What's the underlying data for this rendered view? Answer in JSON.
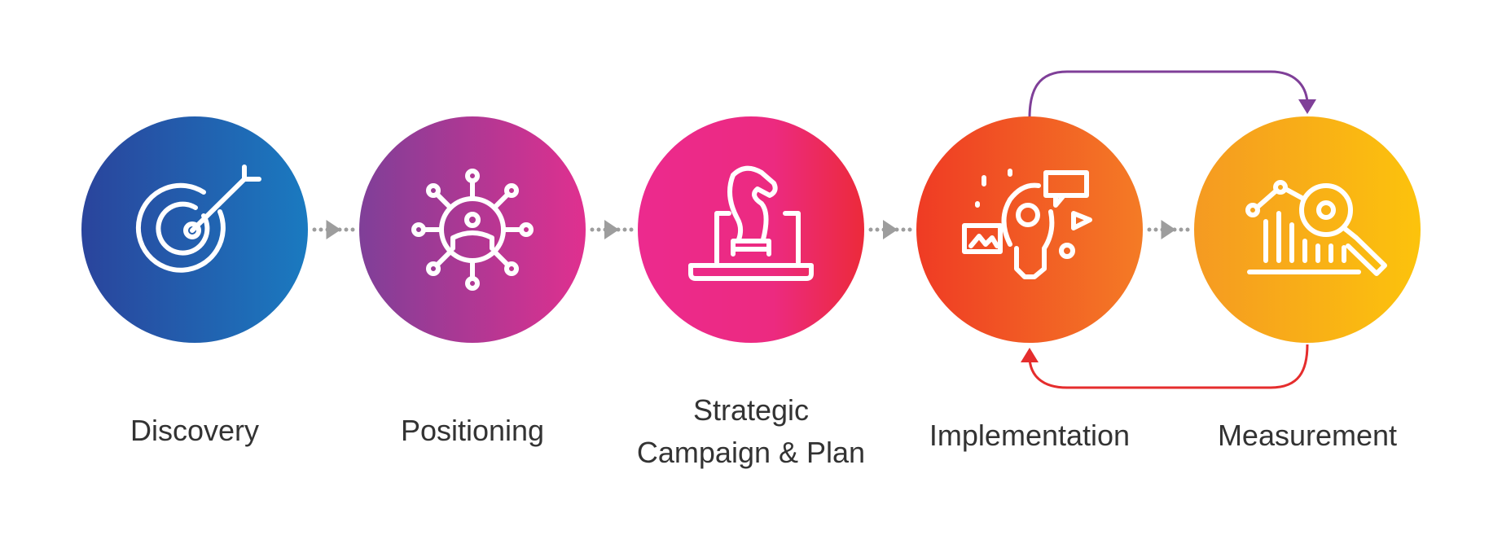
{
  "steps": [
    {
      "label": "Discovery",
      "icon": "target-icon",
      "colors": [
        "#2a449c",
        "#1a7ac0"
      ]
    },
    {
      "label": "Positioning",
      "icon": "network-person-icon",
      "colors": [
        "#7f3f98",
        "#e0308f"
      ]
    },
    {
      "label": "Strategic Campaign & Plan",
      "line1": "Strategic",
      "line2": "Campaign & Plan",
      "icon": "chess-knight-laptop-icon",
      "colors": [
        "#ec2a8e",
        "#ec2a3a"
      ]
    },
    {
      "label": "Implementation",
      "icon": "ideas-lightbulb-icon",
      "colors": [
        "#ef3b24",
        "#f47b25"
      ]
    },
    {
      "label": "Measurement",
      "icon": "analytics-magnifier-icon",
      "colors": [
        "#f59a22",
        "#fcc30c"
      ]
    }
  ],
  "colors": {
    "connector": "#9d9d9d",
    "loop_top": "#7f3f98",
    "loop_bottom": "#e52d2d",
    "text": "#333333"
  }
}
